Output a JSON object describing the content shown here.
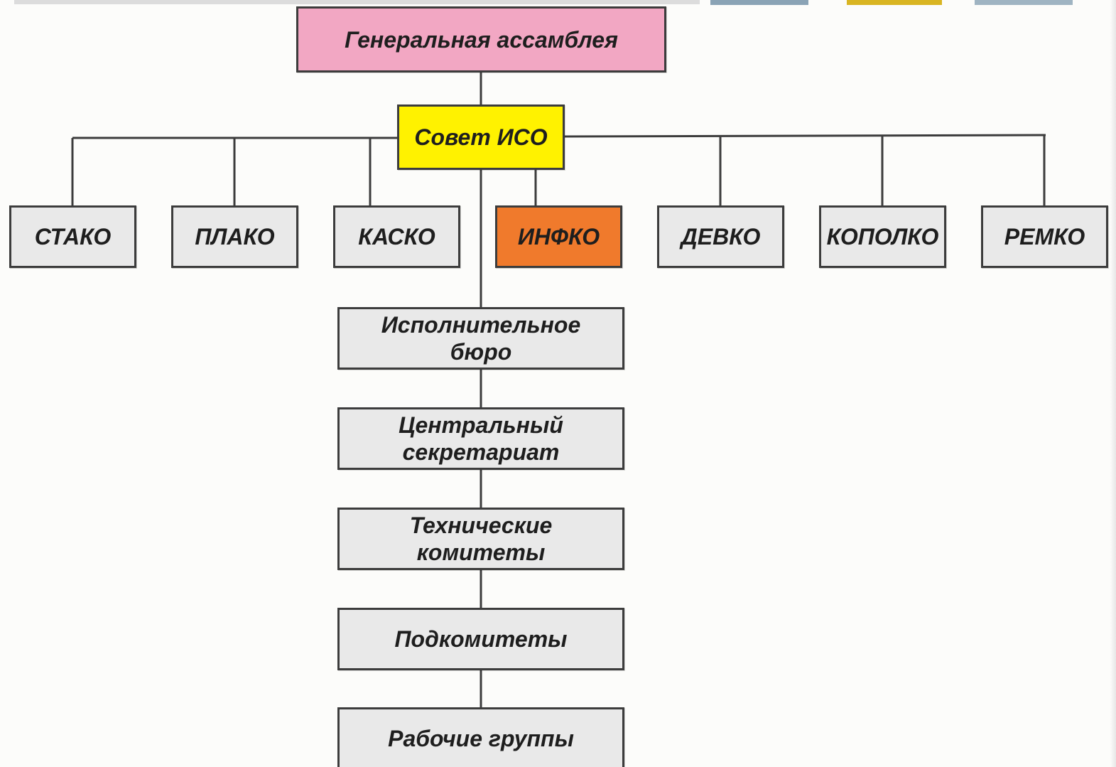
{
  "colors": {
    "general_assembly": "#f2a7c3",
    "council": "#fff200",
    "highlight": "#f07a2c",
    "default_box": "#e9e9e9",
    "line": "#3c3c3c"
  },
  "diagram": {
    "general_assembly": "Генеральная ассамблея",
    "council": "Совет ИСО",
    "committees": [
      {
        "label": "СТАКО",
        "highlight": false
      },
      {
        "label": "ПЛАКО",
        "highlight": false
      },
      {
        "label": "КАСКО",
        "highlight": false
      },
      {
        "label": "ИНФКО",
        "highlight": true
      },
      {
        "label": "ДЕВКО",
        "highlight": false
      },
      {
        "label": "КОПОЛКО",
        "highlight": false
      },
      {
        "label": "РЕМКО",
        "highlight": false
      }
    ],
    "hierarchy": [
      {
        "line1": "Исполнительное",
        "line2": "бюро"
      },
      {
        "line1": "Центральный",
        "line2": "секретариат"
      },
      {
        "line1": "Технические",
        "line2": "комитеты"
      },
      {
        "line1": "Подкомитеты",
        "line2": ""
      },
      {
        "line1": "Рабочие группы",
        "line2": ""
      }
    ]
  }
}
